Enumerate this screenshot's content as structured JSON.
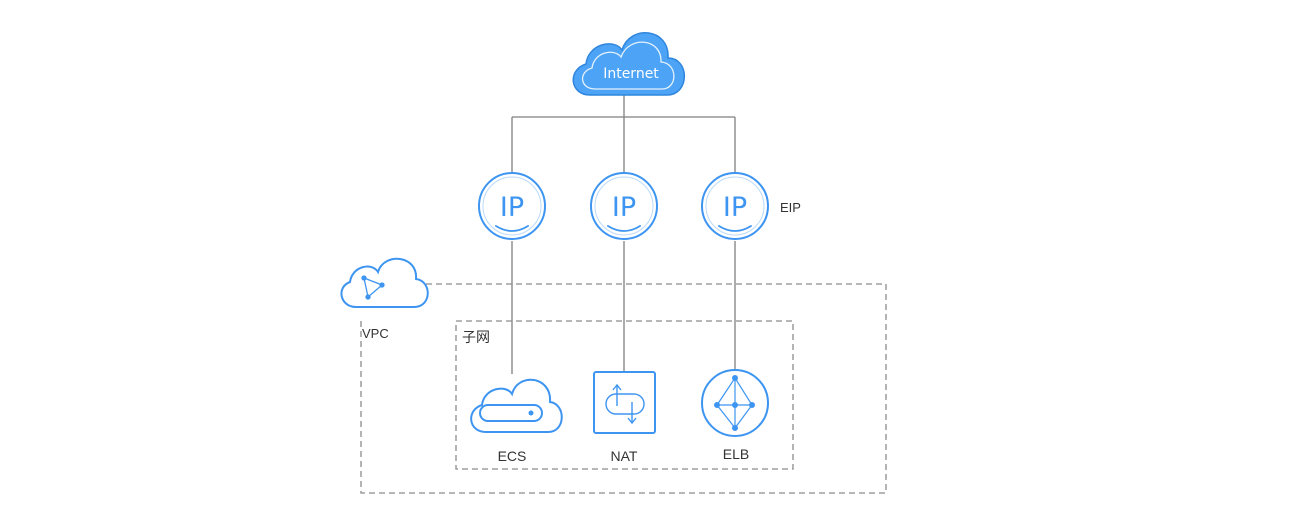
{
  "diagram": {
    "internet_label": "Internet",
    "eip_label": "EIP",
    "vpc_label": "VPC",
    "subnet_label": "子网",
    "ip_nodes": [
      {
        "label": "IP"
      },
      {
        "label": "IP"
      },
      {
        "label": "IP"
      }
    ],
    "resources": [
      {
        "label": "ECS"
      },
      {
        "label": "NAT"
      },
      {
        "label": "ELB"
      }
    ]
  },
  "colors": {
    "accent_blue": "#3d95f1",
    "cloud_fill": "#4da3f5",
    "connector_gray": "#7f7f7f",
    "dashed_border": "#8c8c8c",
    "label_text": "#333333"
  }
}
